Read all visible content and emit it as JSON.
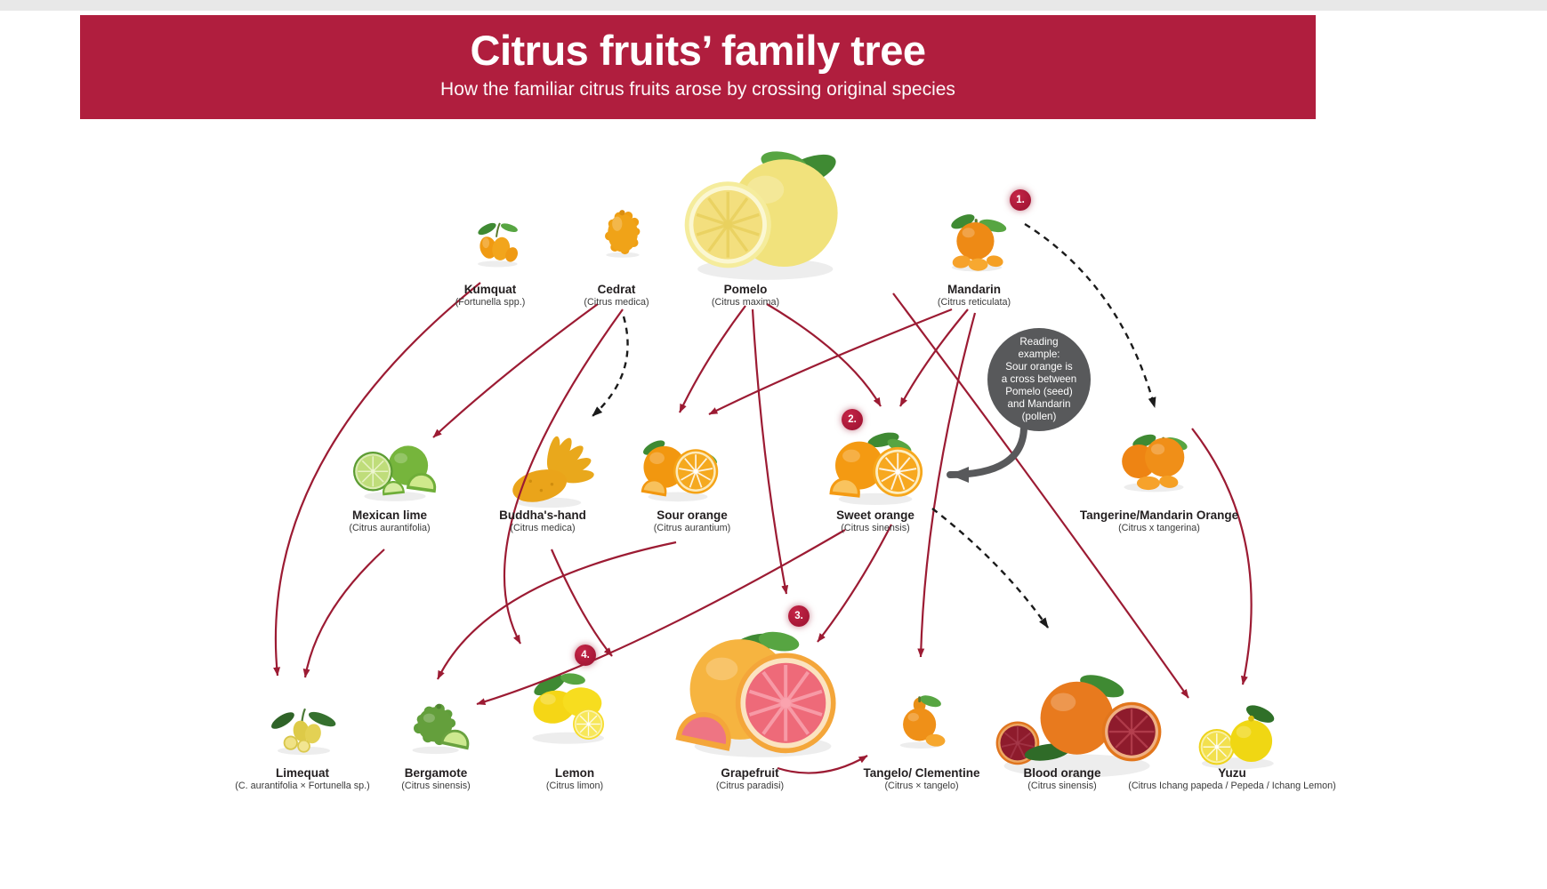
{
  "header": {
    "title": "Citrus fruits’ family tree",
    "subtitle": "How the familiar citrus fruits arose by crossing original species"
  },
  "colors": {
    "banner_bg": "#b01e3e",
    "arrow": "#9c1b33",
    "dashed": "#1b1b1b",
    "gray_arrow": "#58595b",
    "badge": "#a51736",
    "text": "#231f20"
  },
  "palette": {
    "orange": "#f49a12",
    "orange_deep": "#ee8413",
    "green": "#76b53c",
    "green_dark": "#5f9e3a",
    "yellow": "#f5d616",
    "pale_yellow": "#f1e27c",
    "pink": "#ee6a79",
    "blood_red": "#8e1b2c",
    "leaf": "#3f8a33",
    "leaf_light": "#57a542"
  },
  "reading_example": {
    "text": "Reading\nexample:\nSour orange is\na cross between\nPomelo (seed)\nand Mandarin\n(pollen)"
  },
  "badges": [
    {
      "label": "1."
    },
    {
      "label": "2."
    },
    {
      "label": "3."
    },
    {
      "label": "4."
    }
  ],
  "nodes": [
    {
      "id": "kumquat",
      "name": "Kumquat",
      "species": "(Fortunella spp.)"
    },
    {
      "id": "cedrat",
      "name": "Cedrat",
      "species": "(Citrus medica)"
    },
    {
      "id": "pomelo",
      "name": "Pomelo",
      "species": "(Citrus maxima)"
    },
    {
      "id": "mandarin",
      "name": "Mandarin",
      "species": "(Citrus reticulata)"
    },
    {
      "id": "mexican_lime",
      "name": "Mexican lime",
      "species": "(Citrus aurantifolia)"
    },
    {
      "id": "buddhas_hand",
      "name": "Buddha's-hand",
      "species": "(Citrus medica)"
    },
    {
      "id": "sour_orange",
      "name": "Sour orange",
      "species": "(Citrus aurantium)"
    },
    {
      "id": "sweet_orange",
      "name": "Sweet orange",
      "species": "(Citrus sinensis)"
    },
    {
      "id": "tangerine",
      "name": "Tangerine/Mandarin Orange",
      "species": "(Citrus x tangerina)"
    },
    {
      "id": "limequat",
      "name": "Limequat",
      "species": "(C. aurantifolia × Fortunella sp.)"
    },
    {
      "id": "bergamote",
      "name": "Bergamote",
      "species": "(Citrus sinensis)"
    },
    {
      "id": "lemon",
      "name": "Lemon",
      "species": "(Citrus limon)"
    },
    {
      "id": "grapefruit",
      "name": "Grapefruit",
      "species": "(Citrus paradisi)"
    },
    {
      "id": "tangelo",
      "name": "Tangelo/ Clementine",
      "species": "(Citrus × tangelo)"
    },
    {
      "id": "blood_orange",
      "name": "Blood orange",
      "species": "(Citrus sinensis)"
    },
    {
      "id": "yuzu",
      "name": "Yuzu",
      "species": "(Citrus Ichang papeda / Pepeda / Ichang Lemon)"
    }
  ]
}
